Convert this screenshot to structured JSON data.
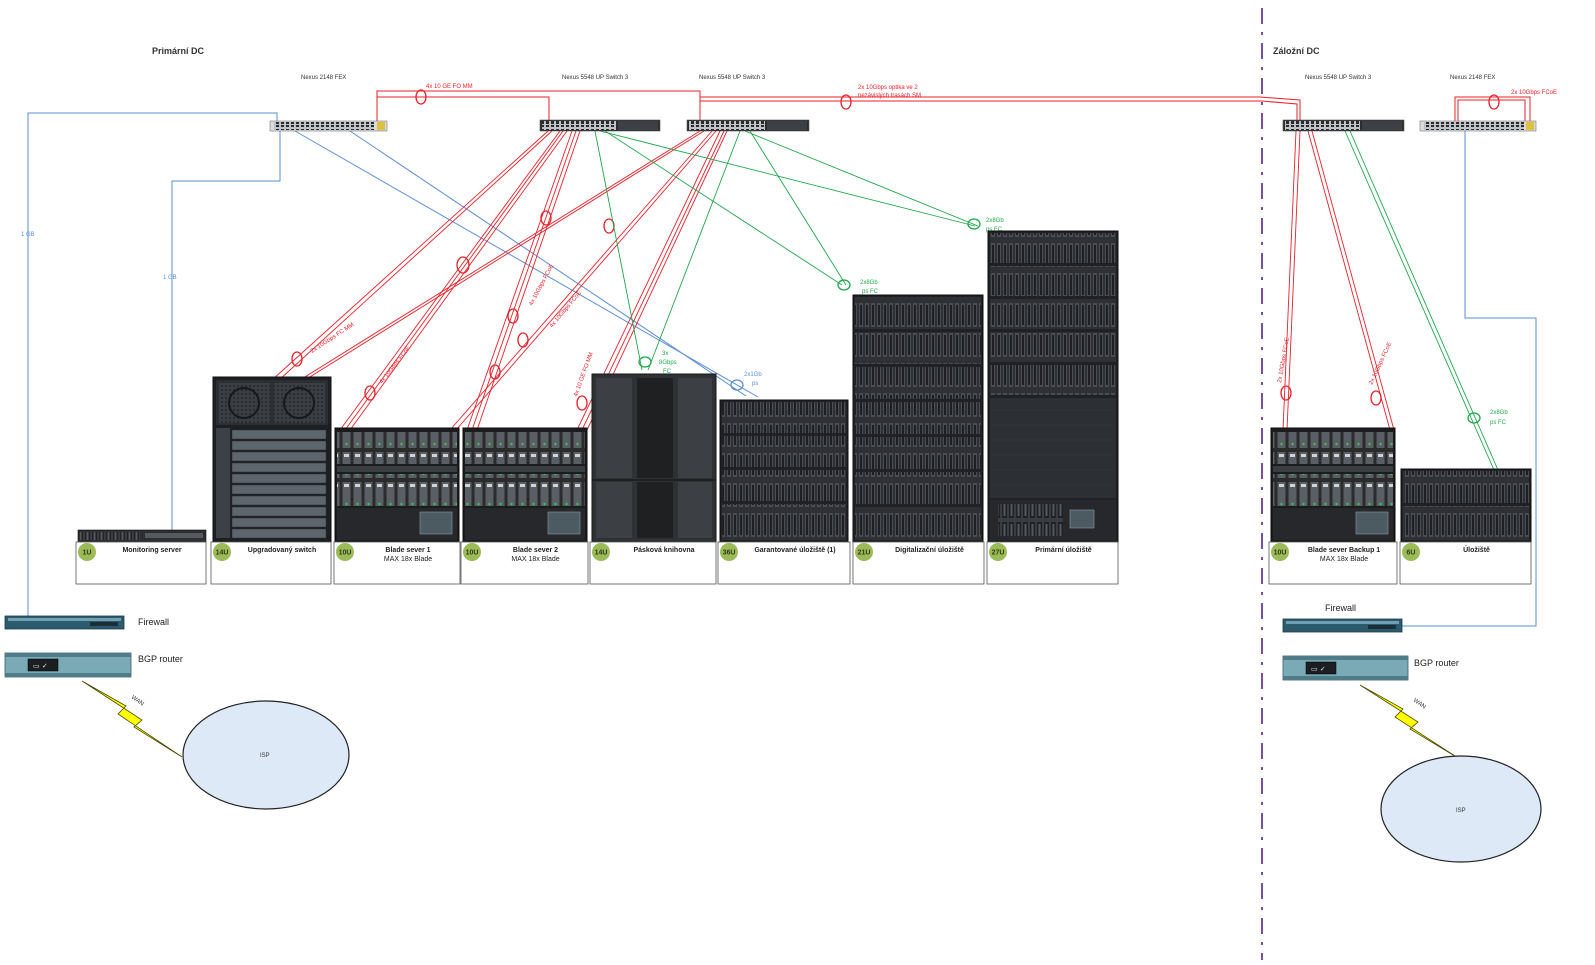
{
  "sites": {
    "primary": "Primární DC",
    "backup": "Záložní DC"
  },
  "switches": {
    "fex_primary": "Nexus 2148 FEX",
    "n5548_a": "Nexus 5548 UP Switch 3",
    "n5548_b": "Nexus 5548 UP Switch 3",
    "n5548_backup": "Nexus 5548 UP Switch 3",
    "fex_backup": "Nexus 2148 FEX"
  },
  "links": {
    "fo_mm_4x": "4x 10 GE FO MM",
    "optika_line1": "2x 10Gbps optika ve 2",
    "optika_line2": "nezávislých trasách SM",
    "fcoe_backup_top": "2x 10Gbps FCoE",
    "gb1_left": "1 GB",
    "gb1_mid": "1 GB",
    "fc_mm_2x": "2x 10Gbps FC MM",
    "fcoe_4x_a": "4x 10Gbps FCoE",
    "fcoe_4x_b": "4x 10Gbps FCoE",
    "fcoe_4x_c": "4x 10Gbps FCoE",
    "fo_mm_4x_b": "4x 10 GE FO MM",
    "fc_3x_l1": "3x",
    "fc_3x_l2": "8Gbps",
    "fc_3x_l3": "FC",
    "gb_2x_l1": "2x1Gb",
    "gb_2x_l2": "ps",
    "fc_2x8_a_l1": "2x8Gb",
    "fc_2x8_a_l2": "ps FC",
    "fc_2x8_b_l1": "2x8Gb",
    "fc_2x8_b_l2": "ps FC",
    "fcoe_backup_a": "2x 10Gbps FCoE",
    "fcoe_backup_b": "2x 10Gbps FCoE",
    "fc_backup_l1": "2x8Gb",
    "fc_backup_l2": "ps FC",
    "wan_primary": "WAN",
    "wan_backup": "WAN"
  },
  "devices": [
    {
      "id": "monitoring",
      "units": "1U",
      "name": "Monitoring server",
      "sub": ""
    },
    {
      "id": "upgraded-switch",
      "units": "14U",
      "name": "Upgradovaný switch",
      "sub": ""
    },
    {
      "id": "blade-1",
      "units": "10U",
      "name": "Blade sever 1",
      "sub": "MAX 18x Blade"
    },
    {
      "id": "blade-2",
      "units": "10U",
      "name": "Blade sever 2",
      "sub": "MAX 18x Blade"
    },
    {
      "id": "tape-library",
      "units": "14U",
      "name": "Pásková knihovna",
      "sub": ""
    },
    {
      "id": "guaranteed-storage",
      "units": "36U",
      "name": "Garantované úložiště (1)",
      "sub": ""
    },
    {
      "id": "digitization-storage",
      "units": "21U",
      "name": "Digitalizační úložiště",
      "sub": ""
    },
    {
      "id": "primary-storage",
      "units": "27U",
      "name": "Primární úložiště",
      "sub": ""
    },
    {
      "id": "blade-backup",
      "units": "10U",
      "name": "Blade sever Backup 1",
      "sub": "MAX 18x Blade"
    },
    {
      "id": "backup-storage",
      "units": "6U",
      "name": "Úložiště",
      "sub": ""
    }
  ],
  "network": {
    "firewall_primary": "Firewall",
    "bgp_primary": "BGP router",
    "isp_primary": "ISP",
    "firewall_backup": "Firewall",
    "bgp_backup": "BGP router",
    "isp_backup": "ISP"
  },
  "colors": {
    "red_link": "#e8212a",
    "green_link": "#1ea84a",
    "blue_link": "#5b8fd6",
    "divider": "#7a4fa0",
    "badge": "#9bbb59",
    "isp_fill": "#dde9f6",
    "router_face": "#7aaab6",
    "lightning": "#ffff00"
  }
}
